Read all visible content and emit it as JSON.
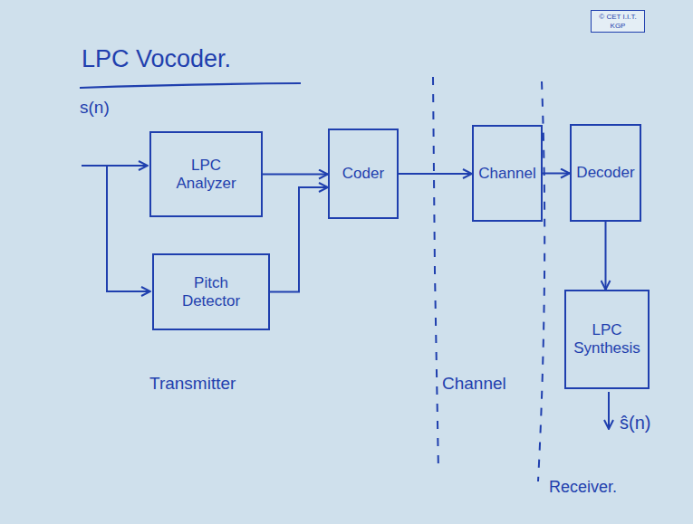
{
  "diagram": {
    "title": "LPC Vocoder.",
    "nodes": [
      {
        "text": [
          "LPC Analyzer"
        ]
      },
      {
        "text": [
          "Pitch Detector"
        ]
      },
      {
        "text": [
          "Coder"
        ]
      },
      {
        "text": [
          "Channel"
        ]
      },
      {
        "text": [
          "Decoder"
        ]
      },
      {
        "text": [
          "LPC Synthesis"
        ]
      }
    ],
    "edges": [
      {
        "from": 0,
        "to": 2,
        "arrow": "to"
      },
      {
        "from": 1,
        "to": 2,
        "arrow": "to"
      },
      {
        "from": 2,
        "to": 3,
        "arrow": "to"
      },
      {
        "from": 3,
        "to": 4,
        "arrow": "to"
      },
      {
        "from": 4,
        "to": 5,
        "arrow": "to"
      }
    ],
    "labels": [
      "s(n)",
      "Transmitter",
      "Channel",
      "ŝ(n)",
      "Receiver.",
      "© CET I.I.T. KGP"
    ]
  }
}
